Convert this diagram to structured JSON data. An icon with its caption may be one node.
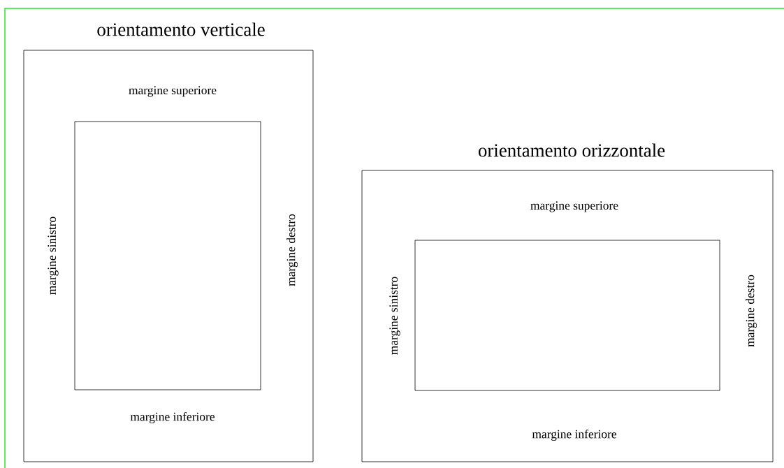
{
  "diagram": {
    "nodes": [
      {
        "text": [
          "orientamento verticale",
          "margine superiore",
          "margine sinistro",
          "margine destro",
          "margine inferiore"
        ]
      },
      {
        "text": [],
        "shape": "box",
        "in": 0
      },
      {
        "text": [
          "orientamento orizzontale",
          "margine superiore",
          "margine sinistro",
          "margine destro",
          "margine inferiore"
        ]
      },
      {
        "text": [],
        "shape": "box",
        "in": 2
      }
    ]
  }
}
